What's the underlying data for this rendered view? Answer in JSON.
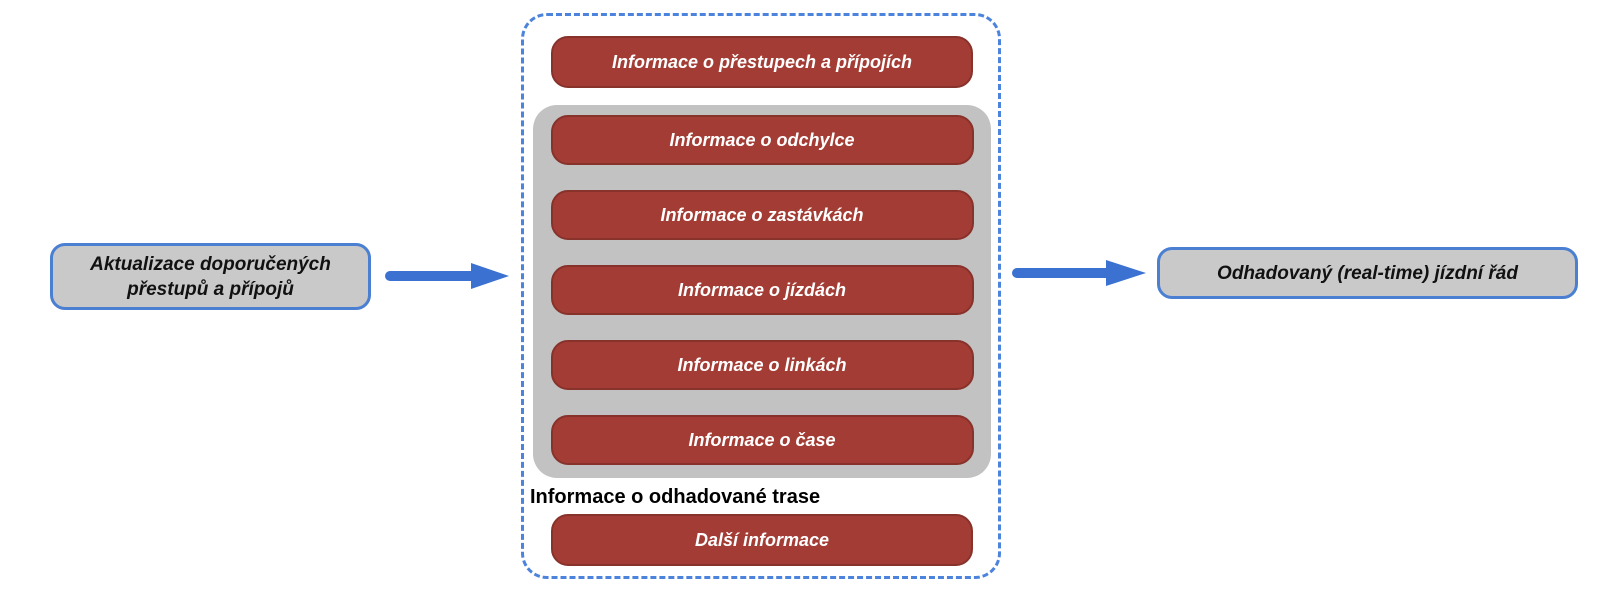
{
  "figure": {
    "input_node": {
      "label": "Aktualizace doporučených přestupů a přípojů"
    },
    "output_node": {
      "label": "Odhadovaný (real-time) jízdní řád"
    },
    "pipeline_group": {
      "transfers_item": {
        "label": "Informace o přestupech a přípojích"
      },
      "estimated_route_group": {
        "label": "Informace o odhadované trase",
        "items": [
          {
            "label": "Informace o odchylce"
          },
          {
            "label": "Informace o zastávkách"
          },
          {
            "label": "Informace o jízdách"
          },
          {
            "label": "Informace o linkách"
          },
          {
            "label": "Informace o čase"
          }
        ]
      },
      "other_item": {
        "label": "Další informace"
      }
    },
    "icons": {
      "left_arrow": "arrow-right-icon",
      "right_arrow": "arrow-right-icon"
    },
    "colors": {
      "pill_fill": "#a33c34",
      "pill_border": "#87322b",
      "pill_text": "#ffffff",
      "node_fill": "#c9c9c9",
      "node_border": "#4a7fd2",
      "route_container_fill": "#c2c2c2",
      "dashed_border": "#4c83dc",
      "arrow_blue": "#3b71d0",
      "caption_text": "#000000",
      "background": "#ffffff"
    }
  }
}
